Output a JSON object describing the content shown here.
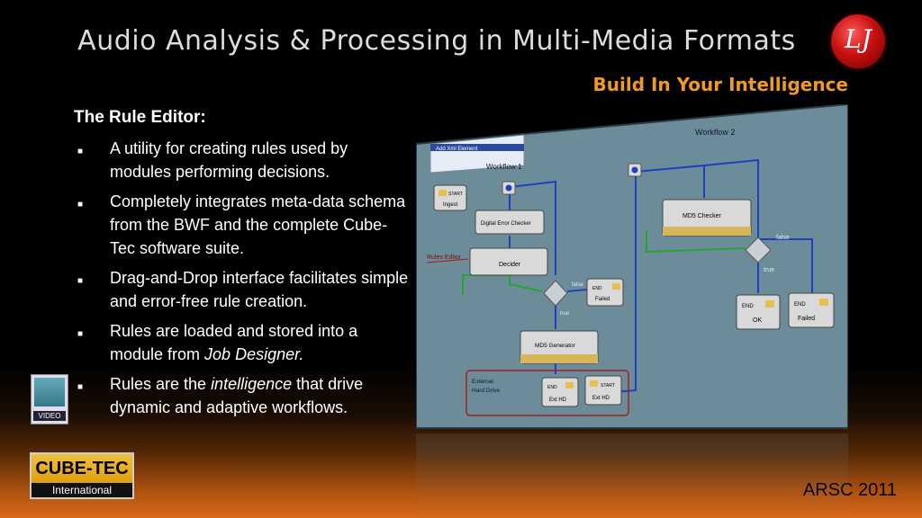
{
  "slide": {
    "title": "Audio Analysis & Processing in Multi-Media Formats",
    "tagline": "Build In Your Intelligence",
    "heading": "The Rule Editor:",
    "bullets": [
      {
        "pre": "A utility for creating rules used by modules performing decisions.",
        "em": "",
        "post": ""
      },
      {
        "pre": "Completely integrates meta-data schema from the BWF and the complete Cube-Tec software suite.",
        "em": "",
        "post": ""
      },
      {
        "pre": "Drag-and-Drop interface facilitates simple and error-free rule creation.",
        "em": "",
        "post": ""
      },
      {
        "pre": "Rules are loaded and stored into a module from ",
        "em": "Job Designer.",
        "post": ""
      },
      {
        "pre": "Rules are the ",
        "em": "intelligence",
        "post": " that drive dynamic and adaptive workflows."
      }
    ],
    "video_label": "VIDEO",
    "company_top": "CUBE-TEC",
    "company_bottom": "International",
    "footer": "ARSC 2011",
    "colors": {
      "accent": "#f09a26",
      "canvas": "#6d8c99",
      "node": "#d9d9d9",
      "wire": "#1f3fbf",
      "green": "#1fa82a"
    }
  },
  "editor": {
    "window_title": "Add Xml Element",
    "rules_editor_label": "Rules Editor",
    "workflow1": "Workflow 1",
    "workflow2": "Workflow 2",
    "nodes": {
      "start_tag": "START",
      "ingest": "Ingest",
      "digital_error_checker": "Digital Error Checker",
      "decider": "Decider",
      "end_tag": "END",
      "failed": "Failed",
      "md5_generator": "MD5 Generator",
      "ext_hd": "Ext HD",
      "md5_checker": "MD5 Checker",
      "ok": "OK"
    },
    "false_label": "false",
    "true_label": "true",
    "external_hd": "External",
    "hard_drive": "Hard Drive"
  }
}
